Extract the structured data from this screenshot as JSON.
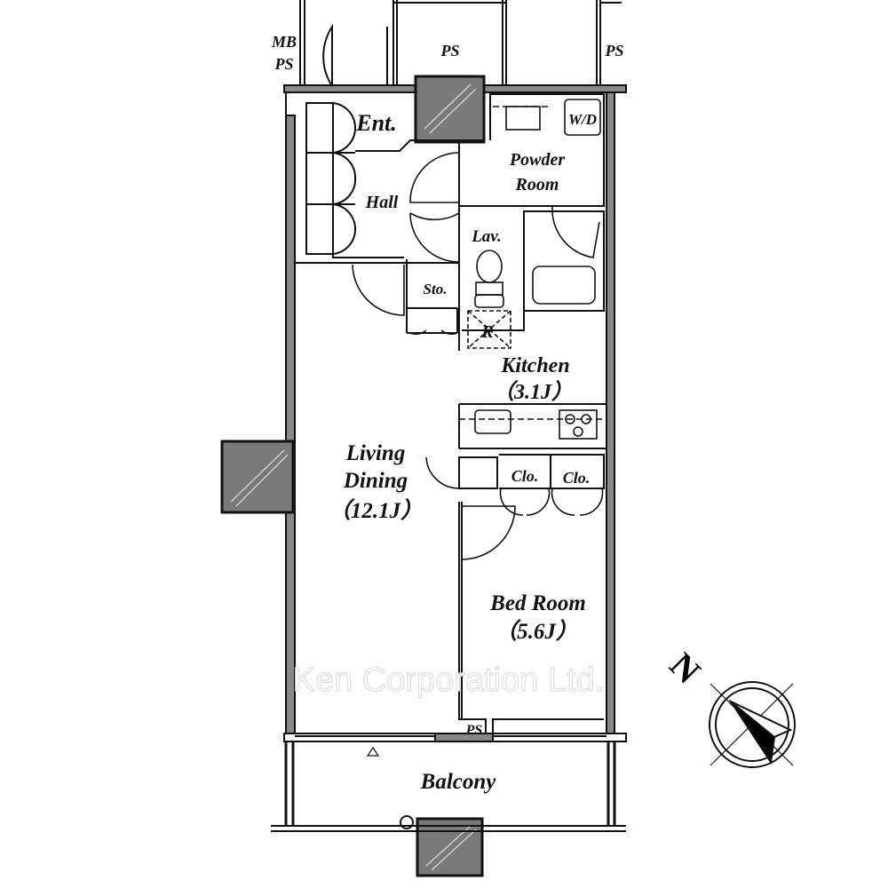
{
  "rooms": {
    "mb_ps": [
      "MB",
      "PS"
    ],
    "ps_top": "PS",
    "ps_top_right": "PS",
    "entrance": "Ent.",
    "washer_dryer": "W/D",
    "powder_room": [
      "Powder",
      "Room"
    ],
    "hall": "Hall",
    "lavatory": "Lav.",
    "storage": "Sto.",
    "refrigerator": "R",
    "kitchen": {
      "name": "Kitchen",
      "size": "（3.1J）"
    },
    "living_dining": {
      "name": [
        "Living",
        "Dining"
      ],
      "size": "（12.1J）"
    },
    "closet_1": "Clo.",
    "closet_2": "Clo.",
    "bed_room": {
      "name": "Bed Room",
      "size": "（5.6J）"
    },
    "ps_bottom": "PS",
    "balcony": "Balcony"
  },
  "compass": {
    "label": "N"
  },
  "watermark": "Ken Corporation Ltd.",
  "colors": {
    "wall": "#888888",
    "pillar": "#777777",
    "line": "#111111"
  }
}
